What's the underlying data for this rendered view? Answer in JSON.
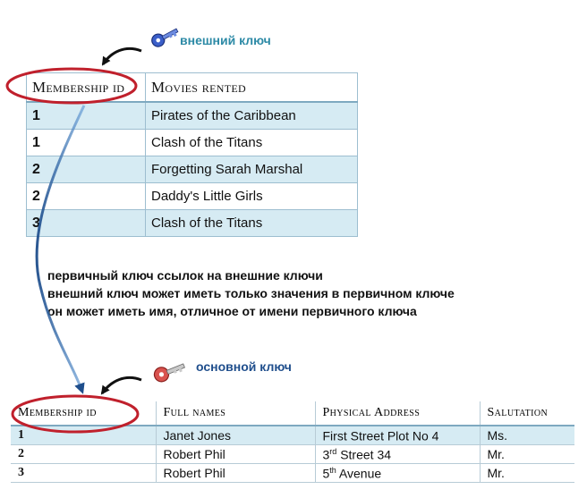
{
  "captions": {
    "foreign_key": "внешний ключ",
    "primary_key": "основной ключ"
  },
  "notes": [
    "первичный ключ ссылок на внешние ключи",
    "внешний ключ может иметь только значения в первичном ключе",
    "он может иметь имя, отличное от имени первичного ключа"
  ],
  "movies_table": {
    "headers": [
      "Membership id",
      "Movies rented"
    ],
    "rows": [
      [
        "1",
        "Pirates of the Caribbean"
      ],
      [
        "1",
        "Clash of the Titans"
      ],
      [
        "2",
        "Forgetting Sarah Marshal"
      ],
      [
        "2",
        "Daddy's Little Girls"
      ],
      [
        "3",
        "Clash of the Titans"
      ]
    ]
  },
  "members_table": {
    "headers": [
      "Membership id",
      "Full names",
      "Physical Address",
      "Salutation"
    ],
    "rows": [
      {
        "id": "1",
        "name": "Janet Jones",
        "address_pre": "First Street Plot No 4",
        "address_sup": "",
        "address_post": "",
        "salutation": "Ms."
      },
      {
        "id": "2",
        "name": "Robert Phil",
        "address_pre": "3",
        "address_sup": "rd",
        "address_post": " Street 34",
        "salutation": "Mr."
      },
      {
        "id": "3",
        "name": "Robert Phil",
        "address_pre": "5",
        "address_sup": "th",
        "address_post": " Avenue",
        "salutation": "Mr."
      }
    ]
  },
  "colors": {
    "highlight_ring": "#c0202c",
    "row_shade": "#d6ebf3",
    "foreign_key_icon": "#3b5fc9",
    "primary_key_icon": "#d9534f",
    "connector_arrow": "#1f4e8c"
  },
  "icons": {
    "foreign_key": "key-icon",
    "primary_key": "key-icon"
  }
}
